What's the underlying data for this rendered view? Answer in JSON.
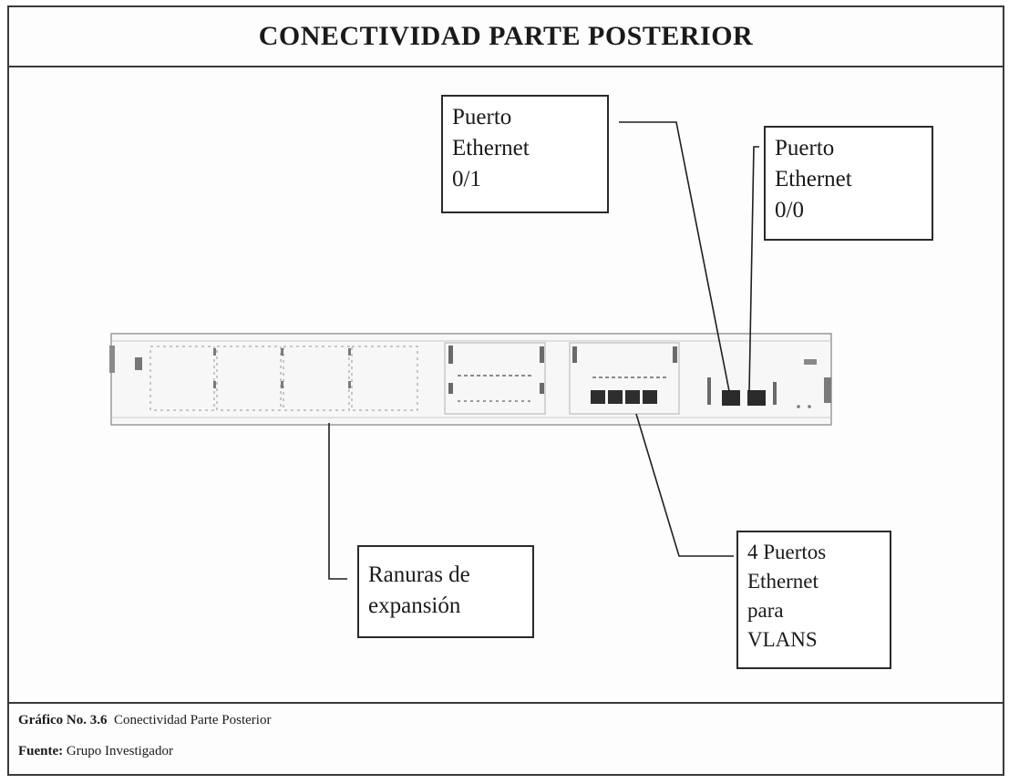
{
  "title": "CONECTIVIDAD PARTE  POSTERIOR",
  "labels": {
    "eth01": [
      "Puerto",
      "Ethernet",
      "0/1"
    ],
    "eth00": [
      "Puerto",
      "Ethernet",
      "0/0"
    ],
    "slots": [
      "Ranuras de",
      "expansión"
    ],
    "vlan": [
      "4 Puertos",
      "Ethernet",
      "para",
      "VLANS"
    ]
  },
  "caption": {
    "graphic_label": "Gráfico No. 3.6",
    "graphic_text": "Conectividad Parte Posterior",
    "source_label": "Fuente:",
    "source_text": "Grupo Investigador"
  }
}
